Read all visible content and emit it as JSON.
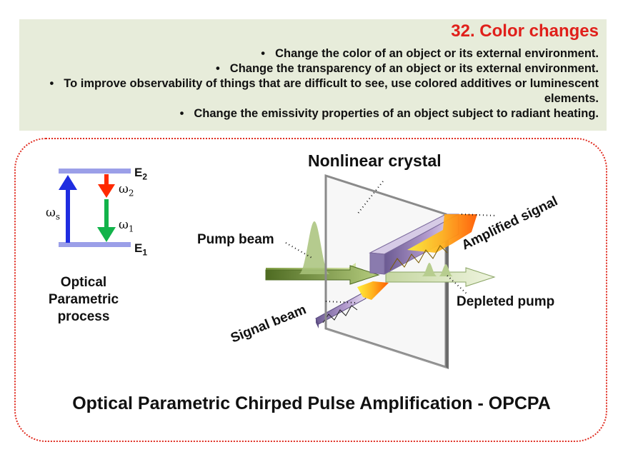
{
  "header": {
    "title": "32. Color changes",
    "bullets": [
      "Change the color of an object or its external environment.",
      "Change the transparency of an object or its external environment.",
      "To improve observability of things that are difficult to see, use colored additives or luminescent elements.",
      "Change the emissivity properties of an object subject to radiant heating."
    ],
    "bullet_glyph": "•"
  },
  "energy_diagram": {
    "level_upper": "E",
    "level_upper_sub": "2",
    "level_lower": "E",
    "level_lower_sub": "1",
    "pump_freq": "ω",
    "pump_freq_sub": "s",
    "freq_2": "ω",
    "freq_2_sub": "2",
    "freq_1": "ω",
    "freq_1_sub": "1",
    "caption_lines": [
      "Optical",
      "Parametric",
      "process"
    ],
    "colors": {
      "levels": "#9b9fe8",
      "pump_arrow": "#1f2de0",
      "arrow_2": "#ff2a00",
      "arrow_1": "#12b34a"
    }
  },
  "setup": {
    "crystal_label": "Nonlinear crystal",
    "pump_label": "Pump beam",
    "signal_label": "Signal beam",
    "amplified_label": "Amplified signal",
    "depleted_label": "Depleted pump"
  },
  "bottom_title": "Optical Parametric Chirped Pulse Amplification - OPCPA",
  "colors": {
    "header_bg": "#e7ecda",
    "title": "#e0201b",
    "frame": "#e02c20"
  }
}
